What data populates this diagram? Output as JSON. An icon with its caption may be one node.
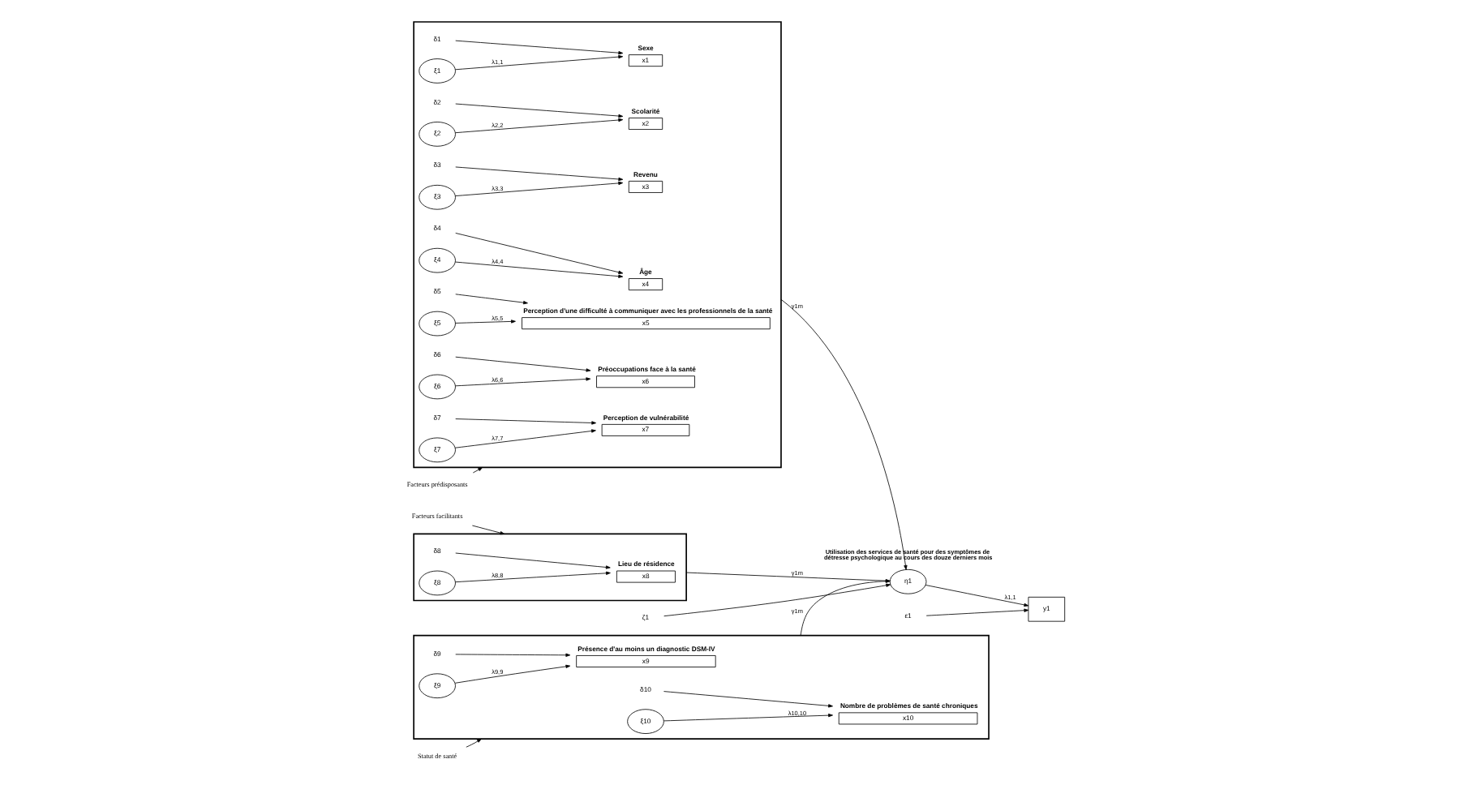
{
  "diagram": {
    "nodes": [
      {
        "text": [
          "Facteurs prédisposants"
        ]
      },
      {
        "text": [],
        "shape": "box"
      },
      {
        "text": [
          "δ1"
        ],
        "in": 1
      },
      {
        "text": [
          "Sexe",
          "x1"
        ],
        "in": 1
      },
      {
        "text": [
          "ξ1"
        ],
        "in": 1
      },
      {
        "text": [
          "δ2"
        ],
        "in": 1
      },
      {
        "text": [
          "Scolarité",
          "x2"
        ],
        "in": 1
      },
      {
        "text": [
          "ξ2"
        ],
        "in": 1
      },
      {
        "text": [
          "δ3"
        ],
        "in": 1
      },
      {
        "text": [
          "Revenu",
          "x3"
        ],
        "in": 1
      },
      {
        "text": [
          "ξ3"
        ],
        "in": 1
      },
      {
        "text": [
          "δ4"
        ],
        "in": 1
      },
      {
        "text": [
          "Âge",
          "x4"
        ],
        "in": 1
      },
      {
        "text": [
          "ξ4"
        ],
        "in": 1
      },
      {
        "text": [
          "δ5"
        ],
        "in": 1
      },
      {
        "text": [
          "Perception d'une difficulté à communiquer avec les professionnels de la santé",
          "x5"
        ],
        "in": 1
      },
      {
        "text": [
          "ξ5"
        ],
        "in": 1
      },
      {
        "text": [
          "δ6"
        ],
        "in": 1
      },
      {
        "text": [
          "Préoccupations face à la santé",
          "x6"
        ],
        "in": 1
      },
      {
        "text": [
          "ξ6"
        ],
        "in": 1
      },
      {
        "text": [
          "δ7"
        ],
        "in": 1
      },
      {
        "text": [
          "Perception de vulnérabilité",
          "x7"
        ],
        "in": 1
      },
      {
        "text": [
          "ξ7"
        ],
        "in": 1
      },
      {
        "text": [
          "Facteurs facilitants"
        ]
      },
      {
        "text": [],
        "shape": "box"
      },
      {
        "text": [
          "δ8"
        ],
        "in": 24
      },
      {
        "text": [
          "Lieu de résidence",
          "x8"
        ],
        "in": 24
      },
      {
        "text": [
          "ξ8"
        ],
        "in": 24
      },
      {
        "text": [
          "Statut de santé"
        ]
      },
      {
        "text": [],
        "shape": "box"
      },
      {
        "text": [
          "δ9"
        ],
        "in": 29
      },
      {
        "text": [
          "Présence d'au moins un diagnostic DSM-IV",
          "x9"
        ],
        "in": 29
      },
      {
        "text": [
          "ξ9"
        ],
        "in": 29
      },
      {
        "text": [
          "δ10"
        ],
        "in": 29
      },
      {
        "text": [
          "Nombre de problèmes de santé chroniques",
          "x10"
        ],
        "in": 29
      },
      {
        "text": [
          "ξ10"
        ],
        "in": 29
      },
      {
        "text": [
          "η1"
        ],
        "beside": [
          "Utilisation des services de santé pour des symptômes de détresse psychologique au cours des douze derniers mois"
        ]
      },
      {
        "text": [
          "ζ1"
        ]
      },
      {
        "text": [
          "y1"
        ]
      },
      {
        "text": [
          "ε1"
        ]
      }
    ],
    "edges": [
      {
        "from": 0,
        "to": 1,
        "arrow": "to"
      },
      {
        "from": 2,
        "to": 3,
        "arrow": "to"
      },
      {
        "from": 4,
        "to": 3,
        "arrow": "to",
        "label": "λ1,1"
      },
      {
        "from": 5,
        "to": 6,
        "arrow": "to"
      },
      {
        "from": 7,
        "to": 6,
        "arrow": "to",
        "label": "λ2,2"
      },
      {
        "from": 8,
        "to": 9,
        "arrow": "to"
      },
      {
        "from": 10,
        "to": 9,
        "arrow": "to",
        "label": "λ3,3"
      },
      {
        "from": 11,
        "to": 12,
        "arrow": "to"
      },
      {
        "from": 13,
        "to": 12,
        "arrow": "to",
        "label": "λ4,4"
      },
      {
        "from": 14,
        "to": 15,
        "arrow": "to"
      },
      {
        "from": 16,
        "to": 15,
        "arrow": "to",
        "label": "λ5,5"
      },
      {
        "from": 17,
        "to": 18,
        "arrow": "to"
      },
      {
        "from": 19,
        "to": 18,
        "arrow": "to",
        "label": "λ6,6"
      },
      {
        "from": 20,
        "to": 21,
        "arrow": "to"
      },
      {
        "from": 22,
        "to": 21,
        "arrow": "to",
        "label": "λ7,7"
      },
      {
        "from": 23,
        "to": 24,
        "arrow": "to"
      },
      {
        "from": 25,
        "to": 26,
        "arrow": "to"
      },
      {
        "from": 27,
        "to": 26,
        "arrow": "to",
        "label": "λ8,8"
      },
      {
        "from": 28,
        "to": 29,
        "arrow": "to"
      },
      {
        "from": 30,
        "to": 31,
        "arrow": "to"
      },
      {
        "from": 32,
        "to": 31,
        "arrow": "to",
        "label": "λ9,9"
      },
      {
        "from": 33,
        "to": 34,
        "arrow": "to"
      },
      {
        "from": 35,
        "to": 34,
        "arrow": "to",
        "label": "λ10,10"
      },
      {
        "from": 1,
        "to": 36,
        "arrow": "to",
        "label": "γ1m"
      },
      {
        "from": 24,
        "to": 36,
        "arrow": "to",
        "label": "γ1m"
      },
      {
        "from": 29,
        "to": 36,
        "arrow": "to",
        "label": "γ1m"
      },
      {
        "from": 37,
        "to": 36,
        "arrow": "to"
      },
      {
        "from": 36,
        "to": 38,
        "arrow": "to",
        "label": "λ1,1"
      },
      {
        "from": 39,
        "to": 38,
        "arrow": "to"
      }
    ]
  }
}
